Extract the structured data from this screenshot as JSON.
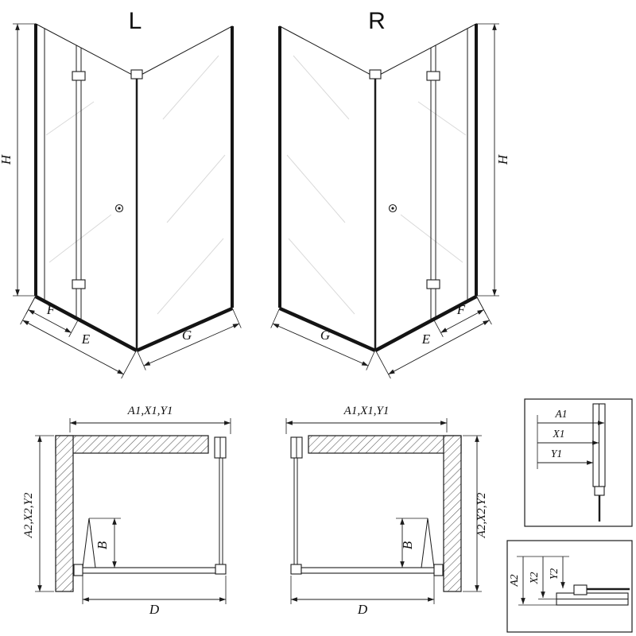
{
  "views": {
    "iso_left": {
      "label": "L",
      "dims": {
        "h": "H",
        "f": "F",
        "e": "E",
        "g": "G"
      }
    },
    "iso_right": {
      "label": "R",
      "dims": {
        "h": "H",
        "f": "F",
        "e": "E",
        "g": "G"
      }
    },
    "plan_left": {
      "top": "A1,X1,Y1",
      "side": "A2,X2,Y2",
      "fold": "B",
      "door": "D"
    },
    "plan_right": {
      "top": "A1,X1,Y1",
      "side": "A2,X2,Y2",
      "fold": "B",
      "door": "D"
    },
    "detail_width": {
      "a": "A1",
      "x": "X1",
      "y": "Y1"
    },
    "detail_depth": {
      "a": "A2",
      "x": "X2",
      "y": "Y2"
    }
  }
}
